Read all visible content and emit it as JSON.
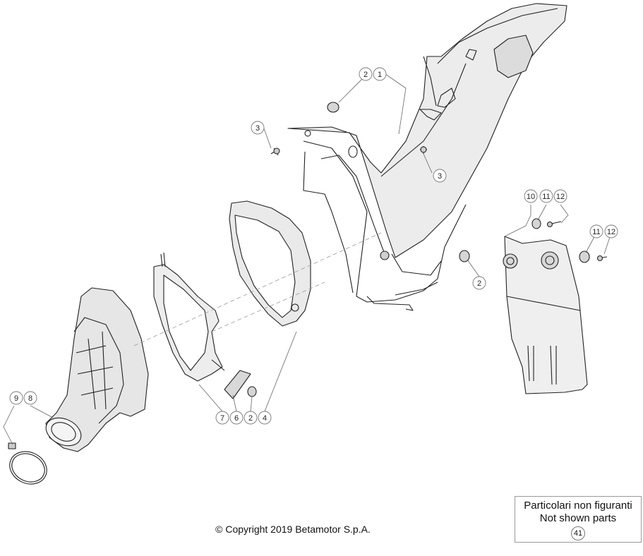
{
  "callouts": {
    "c1": "1",
    "c2a": "2",
    "c3a": "3",
    "c3b": "3",
    "c2b": "2",
    "c10": "10",
    "c11a": "11",
    "c12a": "12",
    "c11b": "11",
    "c12b": "12",
    "c9": "9",
    "c8": "8",
    "c7": "7",
    "c6": "6",
    "c2c": "2",
    "c4": "4"
  },
  "legend": {
    "line1": "Particolari non figuranti",
    "line2": "Not shown parts",
    "number": "41"
  },
  "copyright": "© Copyright 2019 Betamotor S.p.A."
}
